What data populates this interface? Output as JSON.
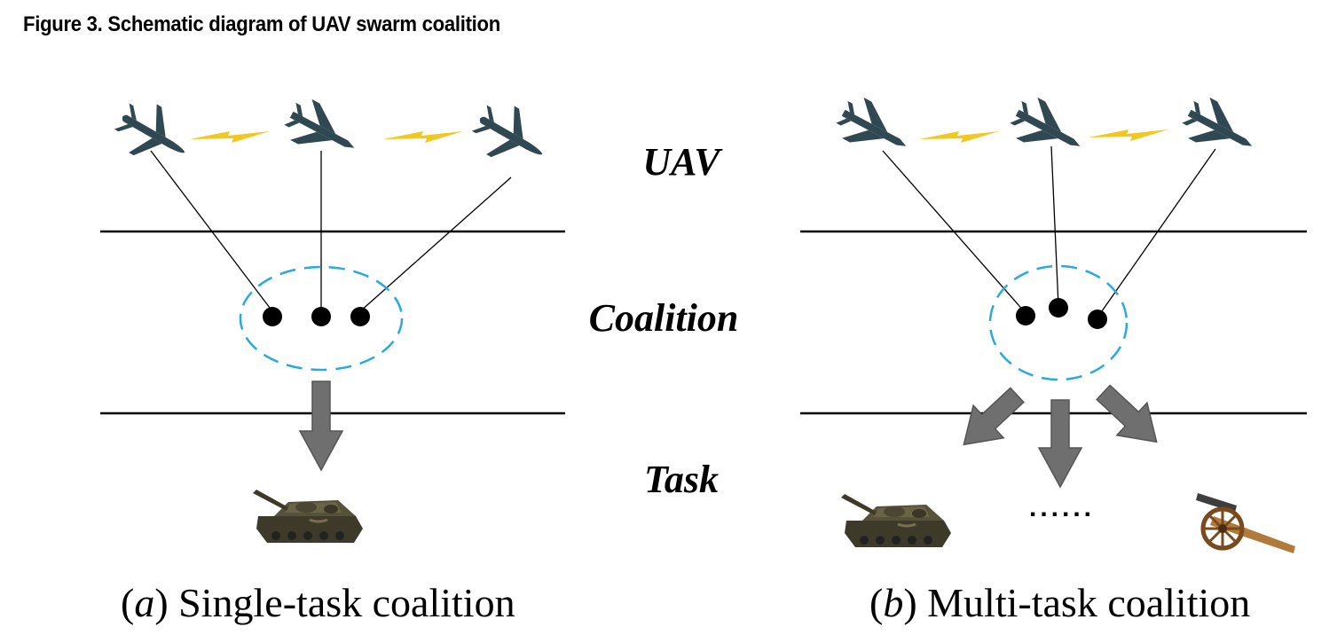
{
  "figure_title": "Figure 3. Schematic diagram of UAV swarm coalition",
  "layers": {
    "uav": "UAV",
    "coalition": "Coalition",
    "task": "Task"
  },
  "panels": [
    {
      "caption_letter": "a",
      "caption_text": " Single-task coalition"
    },
    {
      "caption_letter": "b",
      "caption_text": " Multi-task coalition"
    }
  ],
  "ellipsis": "......",
  "colors": {
    "uav": "#2f4852",
    "lightning": "#f2c71e",
    "coalition_ring": "#29a9e0",
    "arrow": "#6f6f6f",
    "divider": "#000000"
  },
  "icons": [
    "plane-icon",
    "fighter-jet-icon",
    "lightning-icon",
    "tank-icon",
    "cannon-icon"
  ]
}
